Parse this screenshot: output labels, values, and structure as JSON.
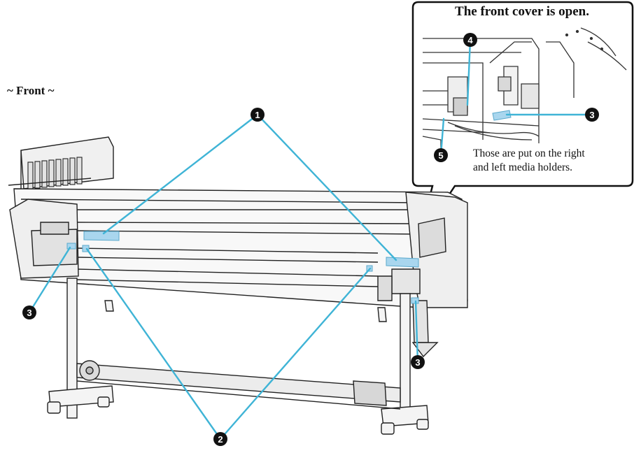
{
  "heading": "~ Front ~",
  "callout": {
    "title": "The front cover is open.",
    "note_line1": "Those are put on the right",
    "note_line2": "and left media holders."
  },
  "markers": {
    "m1": "1",
    "m2": "2",
    "m3": "3",
    "m4": "4",
    "m5": "5"
  },
  "colors": {
    "leader_line": "#3fb4d6",
    "label_fill": "#a9d6ee",
    "marker_fill": "#111111",
    "outline": "#222222"
  }
}
